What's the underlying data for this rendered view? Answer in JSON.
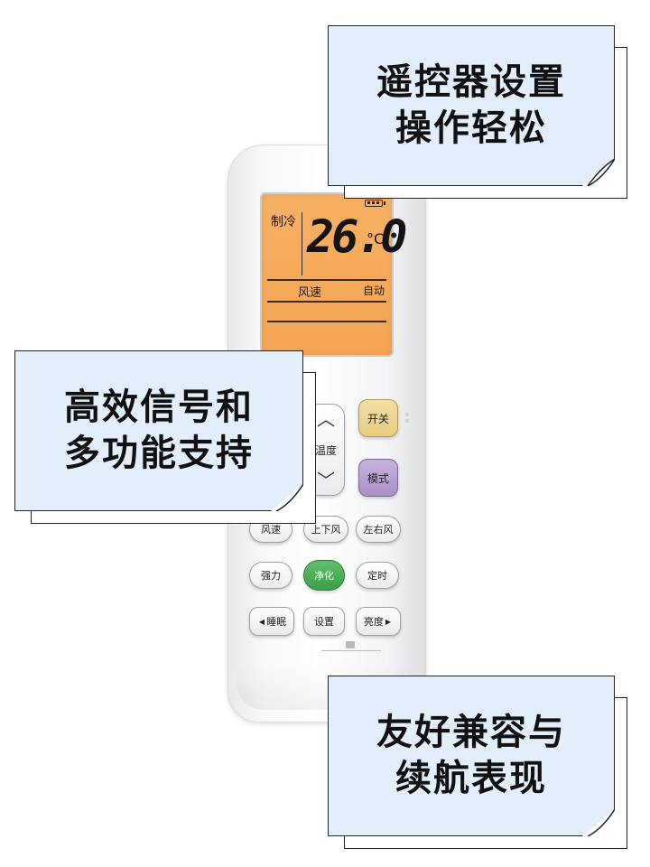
{
  "remote": {
    "screen": {
      "mode": "制冷",
      "temperature": "26.0",
      "unit": "°C",
      "fan_label": "风速",
      "fan_value": "自动"
    },
    "buttons": {
      "temp_label": "温度",
      "power": "开关",
      "mode": "模式",
      "wind": "风速",
      "up_down": "上下风",
      "left_right": "左右风",
      "strong": "强力",
      "purify": "净化",
      "timer": "定时",
      "sleep": "睡眠",
      "settings": "设置",
      "brightness": "亮度"
    },
    "colors": {
      "lcd": "#f5a95a",
      "power_button": "#e8d08c",
      "mode_button": "#b49ccf",
      "purify_button": "#4aaa55"
    }
  },
  "callouts": [
    {
      "line1": "遥控器设置",
      "line2": "操作轻松"
    },
    {
      "line1": "高效信号和",
      "line2": "多功能支持"
    },
    {
      "line1": "友好兼容与",
      "line2": "续航表现"
    }
  ],
  "card_color": "#e2eefa"
}
